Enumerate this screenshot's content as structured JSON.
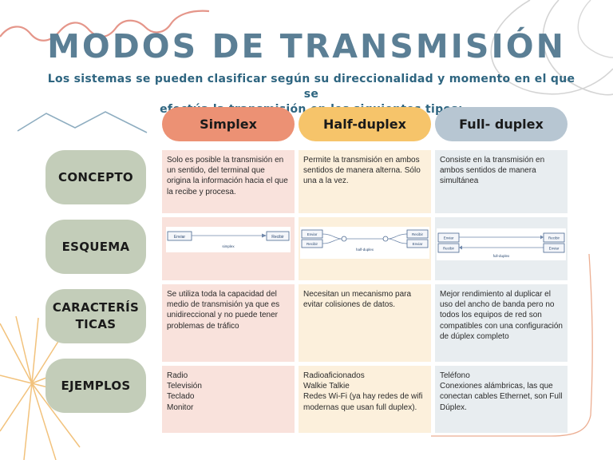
{
  "header": {
    "title": "MODOS DE TRANSMISIÓN",
    "subtitle_line1": "Los sistemas se pueden clasificar según su direccionalidad y momento en el que se",
    "subtitle_line2": "efectúa la transmisión en los siguientes tipos:"
  },
  "columns": {
    "simplex": {
      "label": "Simplex",
      "color": "#ec9174"
    },
    "half": {
      "label": "Half-duplex",
      "color": "#f6c46a"
    },
    "full": {
      "label": "Full- duplex",
      "color": "#b7c6d2"
    }
  },
  "rows": {
    "concepto": {
      "label": "CONCEPTO",
      "simplex": "Solo es posible la transmisión en un sentido, del terminal que origina la información hacia el que la recibe y procesa.",
      "half": "Permite la transmisión en ambos sentidos de manera alterna.  Sólo una a la vez.",
      "full": "Consiste en la transmisión en ambos sentidos de manera simultánea"
    },
    "esquema": {
      "label": "ESQUEMA",
      "simplex": {
        "emitter": "Enviar",
        "receiver": "Recibir",
        "caption": "simplex"
      },
      "half": {
        "left_top": "Enviar",
        "left_bottom": "Recibir",
        "right_top": "Recibir",
        "right_bottom": "Enviar",
        "caption": "half-duplex"
      },
      "full": {
        "left_top": "Enviar",
        "left_bottom": "Recibir",
        "right_top": "Recibir",
        "right_bottom": "Enviar",
        "caption": "full-duplex"
      }
    },
    "caracteristicas": {
      "label_line1": "CARACTERÍS",
      "label_line2": "TICAS",
      "simplex": "Se utiliza toda la capacidad del medio de transmisión ya que es unidireccional y no puede tener problemas de tráfico",
      "half": "Necesitan un mecanismo para evitar colisiones de datos.",
      "full": "Mejor rendimiento al duplicar el uso del ancho de banda pero no todos los equipos de red son compatibles con una configuración de dúplex completo"
    },
    "ejemplos": {
      "label": "EJEMPLOS",
      "simplex": [
        "Radio",
        "Televisión",
        "Teclado",
        "Monitor"
      ],
      "half": [
        "Radioaficionados",
        "Walkie Talkie",
        "Redes Wi-Fi (ya hay redes de wifi modernas que usan full duplex)."
      ],
      "full": [
        "Teléfono",
        "Conexiones alámbricas, las que conectan cables Ethernet, son Full Dúplex."
      ]
    }
  }
}
